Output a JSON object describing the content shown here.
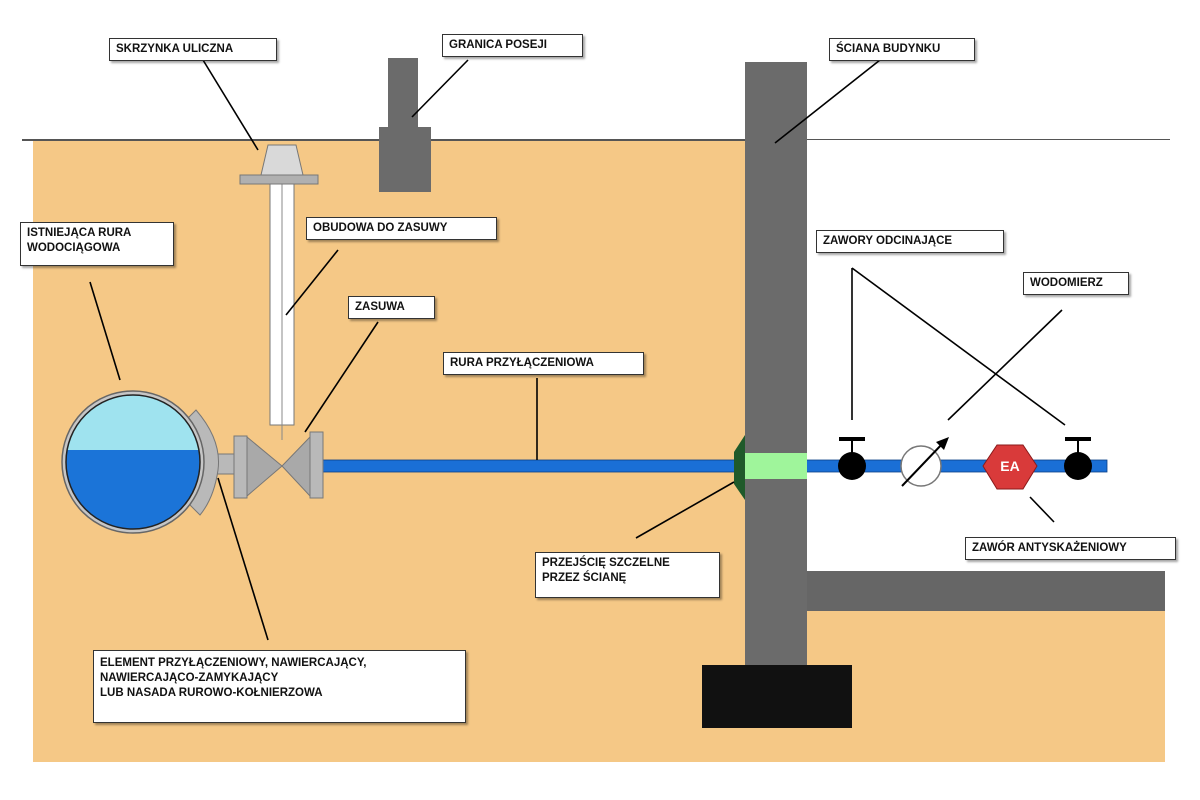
{
  "labels": {
    "street_box": "SKRZYNKA ULICZNA",
    "property_boundary": "GRANICA POSEJI",
    "building_wall": "ŚCIANA BUDYNKU",
    "existing_main": "ISTNIEJĄCA RURA\nWODOCIĄGOWA",
    "valve_housing": "OBUDOWA DO ZASUWY",
    "gate_valve": "ZASUWA",
    "service_pipe": "RURA PRZYŁĄCZENIOWA",
    "shutoff_valves": "ZAWORY ODCINAJĄCE",
    "water_meter": "WODOMIERZ",
    "backflow_valve": "ZAWÓR ANTYSKAŻENIOWY",
    "wall_seal": "PRZEJŚCIĘ SZCZELNE\nPRZEZ ŚCIANĘ",
    "connection_element": "ELEMENT PRZYŁĄCZENIOWY, NAWIERCAJĄCY,\nNAWIERCAJĄCO-ZAMYKAJĄCY\nLUB NASADA RUROWO-KOŁNIERZOWA",
    "ea_badge": "EA"
  },
  "colors": {
    "soil": "#f5c886",
    "wall": "#6b6b6b",
    "footing": "#111111",
    "pipe": "#1a6fd6",
    "main_water": "#1b74d8",
    "main_air": "#9fe3ef",
    "seal": "#9ff59b",
    "seal_flange": "#1f5a2a",
    "ea_valve": "#d93a3a",
    "valve_body": "#a9a9a9"
  }
}
